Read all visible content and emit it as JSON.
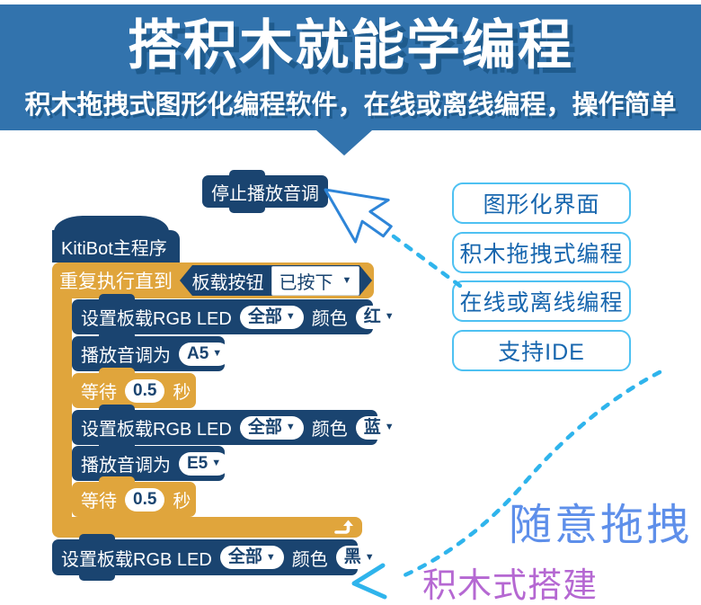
{
  "banner": {
    "title": "搭积木就能学编程",
    "subtitle": "积木拖拽式图形化编程软件，在线或离线编程，操作简单",
    "bg_color": "#3273AD"
  },
  "glyphs": {
    "dropdown_arrow": "▼"
  },
  "program": {
    "floating_block": {
      "label": "停止播放音调"
    },
    "hat_block": {
      "label": "KitiBot主程序"
    },
    "repeat_block": {
      "label": "重复执行直到",
      "condition_label": "板载按钮",
      "condition_value": "已按下"
    },
    "body": [
      {
        "label": "设置板载RGB LED",
        "drop1": "全部",
        "mid": "颜色",
        "drop2": "红"
      },
      {
        "label": "播放音调为",
        "drop1": "A5"
      },
      {
        "label": "等待",
        "value": "0.5",
        "suffix": "秒"
      },
      {
        "label": "设置板载RGB LED",
        "drop1": "全部",
        "mid": "颜色",
        "drop2": "蓝"
      },
      {
        "label": "播放音调为",
        "drop1": "E5"
      },
      {
        "label": "等待",
        "value": "0.5",
        "suffix": "秒"
      }
    ],
    "after_block": {
      "label": "设置板载RGB LED",
      "drop1": "全部",
      "mid": "颜色",
      "drop2": "黑"
    }
  },
  "features": {
    "items": [
      {
        "label": "图形化界面"
      },
      {
        "label": "积木拖拽式编程"
      },
      {
        "label": "在线或离线编程"
      },
      {
        "label": "支持IDE"
      }
    ]
  },
  "captions": {
    "drag": "随意拖拽",
    "build": "积木式搭建"
  },
  "colors": {
    "banner_blue": "#3273AD",
    "block_navy": "#1A4470",
    "block_yellow": "#E0A53C",
    "connector_cyan": "#2FB4EC",
    "feature_border": "#4EC1F2",
    "feature_text": "#1766AE",
    "caption_drag": "#5E8FEA",
    "caption_build": "#B568D2"
  }
}
